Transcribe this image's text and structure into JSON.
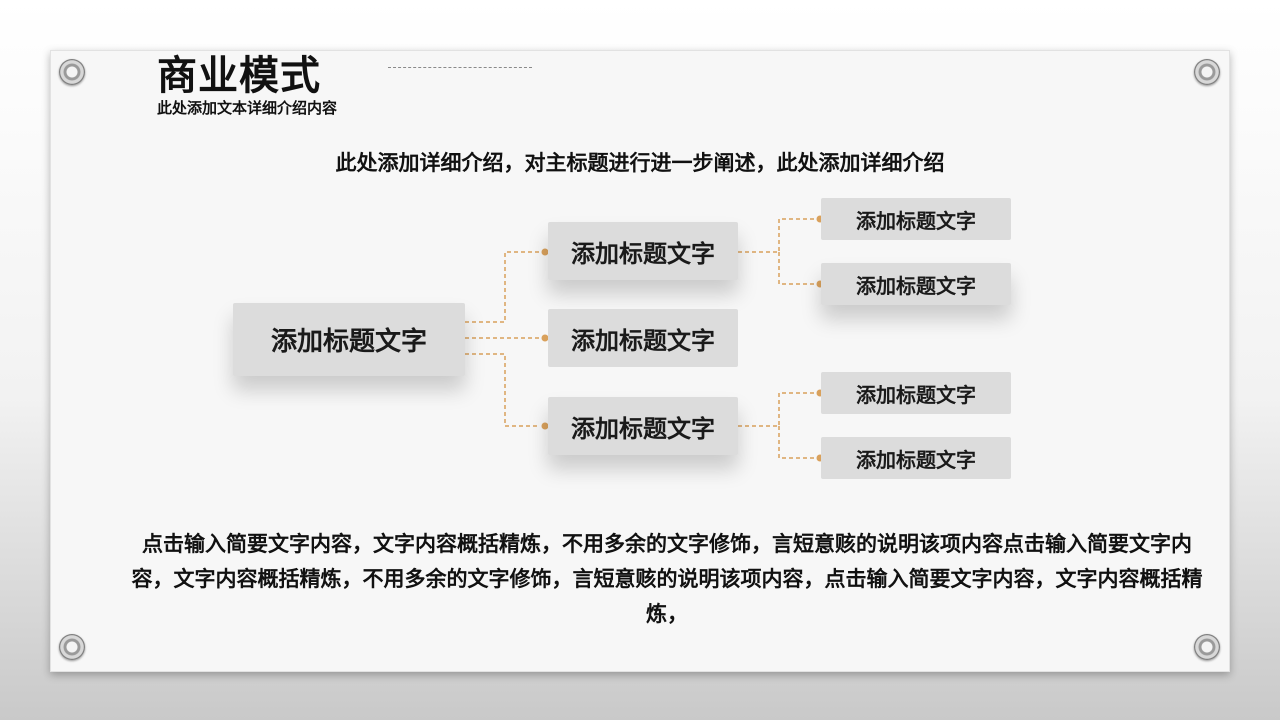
{
  "header": {
    "title": "商业模式",
    "subtitle": "此处添加文本详细介绍内容"
  },
  "intro": "此处添加详细介绍，对主标题进行进一步阐述，此处添加详细介绍",
  "diagram": {
    "root": "添加标题文字",
    "branches": [
      {
        "label": "添加标题文字",
        "children": [
          "添加标题文字",
          "添加标题文字"
        ]
      },
      {
        "label": "添加标题文字",
        "children": []
      },
      {
        "label": "添加标题文字",
        "children": [
          "添加标题文字",
          "添加标题文字"
        ]
      }
    ],
    "connector_color": "#d9a15c"
  },
  "body_text": "点击输入简要文字内容，文字内容概括精炼，不用多余的文字修饰，言短意赅的说明该项内容点击输入简要文字内容，文字内容概括精炼，不用多余的文字修饰，言短意赅的说明该项内容，点击输入简要文字内容，文字内容概括精炼，"
}
